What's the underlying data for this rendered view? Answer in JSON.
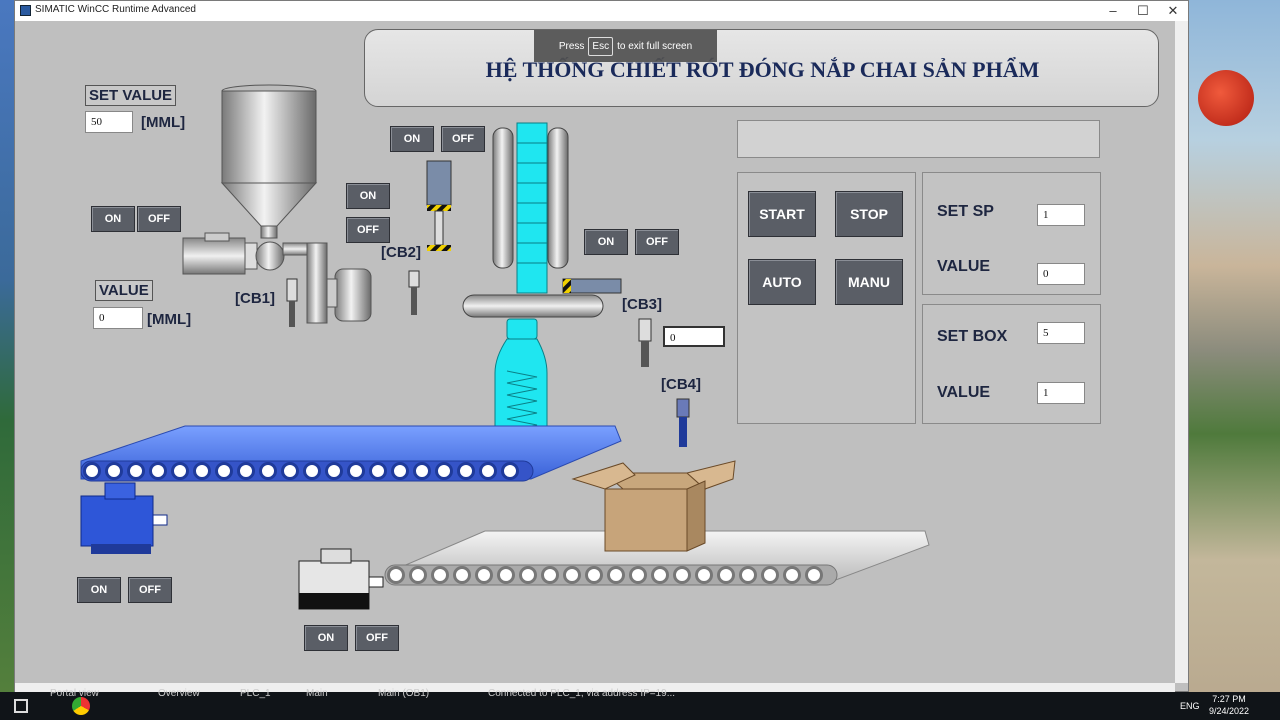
{
  "window": {
    "title": "SIMATIC WinCC Runtime Advanced",
    "minimize": "–",
    "maximize": "☐",
    "close": "✕"
  },
  "toast": {
    "press": "Press",
    "key": "Esc",
    "rest": "to exit full screen"
  },
  "banner": {
    "title": "HỆ THỐNG CHIẾT RÓT ĐÓNG NẮP CHAI SẢN PHẨM"
  },
  "left_panel": {
    "set_value_label": "SET VALUE",
    "set_value": "50",
    "set_unit": "[MML]",
    "value_label": "VALUE",
    "value": "0",
    "value_unit": "[MML]"
  },
  "sensors": {
    "cb1": "[CB1]",
    "cb2": "[CB2]",
    "cb3": "[CB3]",
    "cb4": "[CB4]",
    "cb3_value": "0"
  },
  "toggles": {
    "on": "ON",
    "off": "OFF"
  },
  "controls": {
    "start": "START",
    "stop": "STOP",
    "auto": "AUTO",
    "manu": "MANU"
  },
  "sp_panel": {
    "set_sp_label": "SET SP",
    "set_sp_value": "1",
    "value_label": "VALUE",
    "value": "0"
  },
  "box_panel": {
    "set_box_label": "SET BOX",
    "set_box_value": "5",
    "value_label": "VALUE",
    "value": "1"
  },
  "taskbar": {
    "items": [
      "Portal view",
      "Overview",
      "PLC_1",
      "Main",
      "Main (OB1)",
      "Connected to PLC_1, via address IP=19..."
    ],
    "lang": "ENG",
    "time": "7:27 PM",
    "date": "9/24/2022"
  },
  "colors": {
    "button": "#5a5e66",
    "conveyor": "#4d7be8",
    "bottle": "#1fe6f0",
    "indicator": "#ffff00",
    "title": "#1a2a5a"
  }
}
